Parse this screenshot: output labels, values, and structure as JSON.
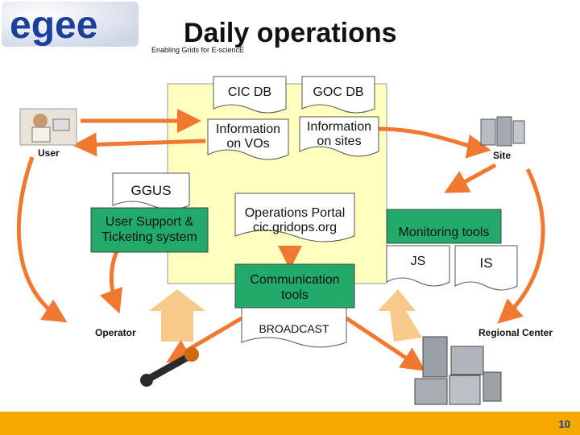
{
  "header": {
    "title": "Daily operations",
    "tagline": "Enabling Grids for E-sciencE",
    "logo_text": "egee"
  },
  "actors": {
    "user": "User",
    "site": "Site",
    "operator": "Operator",
    "regional_center": "Regional Center"
  },
  "documents": {
    "cic_db": "CIC DB",
    "goc_db": "GOC DB",
    "info_vos": [
      "Information",
      "on VOs"
    ],
    "info_sites": [
      "Information",
      "on sites"
    ],
    "ggus": "GGUS",
    "ops_portal": [
      "Operations Portal",
      "cic.gridops.org"
    ],
    "js": "JS",
    "is": "IS",
    "broadcast": "BROADCAST"
  },
  "boxes": {
    "user_support": [
      "User Support &",
      "Ticketing system"
    ],
    "monitoring_tools": "Monitoring tools",
    "communication_tools": [
      "Communication",
      "tools"
    ]
  },
  "footer": {
    "page_number": "10"
  },
  "colors": {
    "center_fill": "#ffffc0",
    "green": "#22aa6a",
    "orange_arrow": "#f07830",
    "light_arrow": "#f7c98a",
    "footer": "#f5a800"
  }
}
